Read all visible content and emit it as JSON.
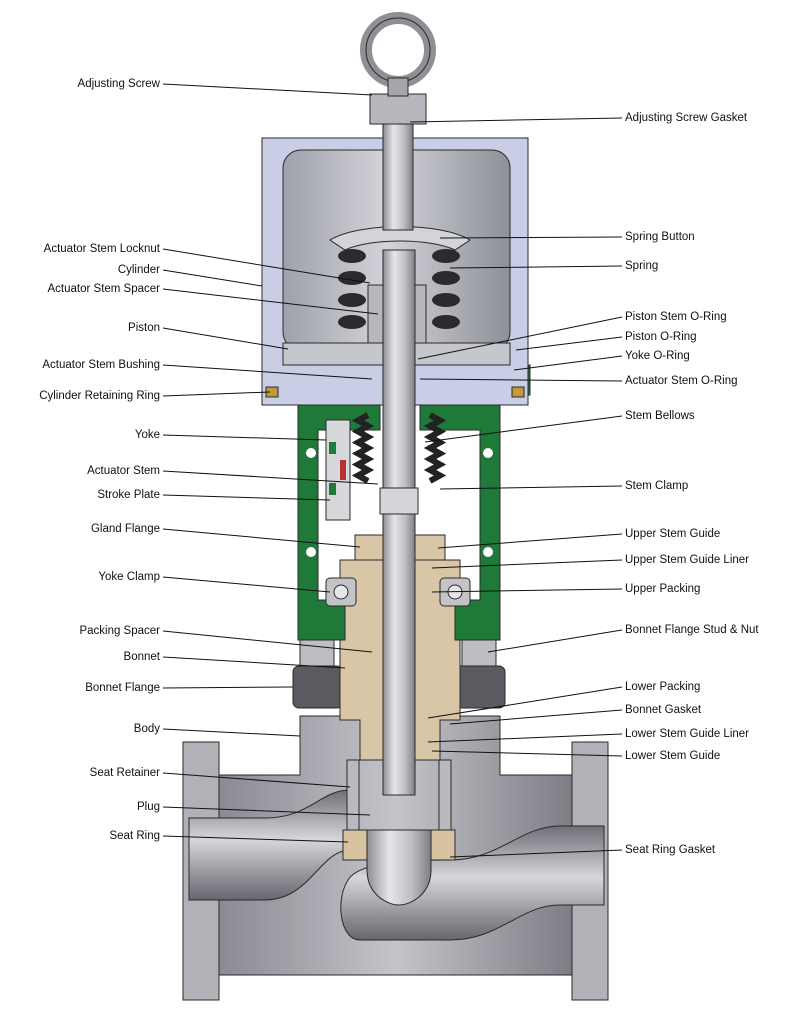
{
  "colors": {
    "cylinder": "#c9cde6",
    "yoke": "#1f7a3a",
    "metal": "#c8c8cc",
    "body": "#a9aab0",
    "bronze": "#d9c6a6"
  },
  "labels_left": [
    "Adjusting Screw",
    "Actuator Stem Locknut",
    "Cylinder",
    "Actuator Stem Spacer",
    "Piston",
    "Actuator Stem Bushing",
    "Cylinder Retaining Ring",
    "Yoke",
    "Actuator Stem",
    "Stroke Plate",
    "Gland Flange",
    "Yoke Clamp",
    "Packing Spacer",
    "Bonnet",
    "Bonnet Flange",
    "Body",
    "Seat Retainer",
    "Plug",
    "Seat Ring"
  ],
  "labels_right": [
    "Adjusting Screw Gasket",
    "Spring Button",
    "Spring",
    "Piston Stem O-Ring",
    "Piston O-Ring",
    "Yoke O-Ring",
    "Actuator Stem O-Ring",
    "Stem Bellows",
    "Stem Clamp",
    "Upper Stem Guide",
    "Upper Stem Guide Liner",
    "Upper Packing",
    "Bonnet Flange Stud & Nut",
    "Lower Packing",
    "Bonnet Gasket",
    "Lower Stem Guide Liner",
    "Lower Stem Guide",
    "Seat Ring Gasket"
  ]
}
